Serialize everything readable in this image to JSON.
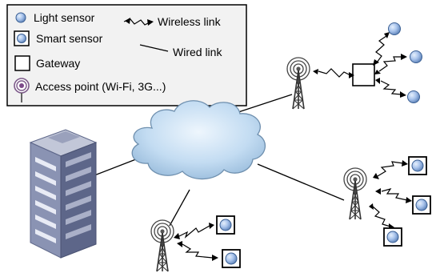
{
  "legend": {
    "light_sensor": "Light sensor",
    "wireless_link": "Wireless link",
    "smart_sensor": "Smart sensor",
    "wired_link": "Wired link",
    "gateway": "Gateway",
    "access_point": "Access point (Wi-Fi, 3G...)"
  },
  "colors": {
    "legend_bg": "#f2f2f2",
    "sensor_fill": "#a9c4ec",
    "sensor_stroke": "#3a5f93",
    "cloud_fill": "#c3dcf2",
    "cloud_stroke": "#6e8fae",
    "tower_stroke": "#333333",
    "building_face": "#8a93b3",
    "building_side": "#5d6689",
    "building_top": "#c2c7d8"
  },
  "icons": [
    "light-sensor-icon",
    "smart-sensor-icon",
    "gateway-icon",
    "access-point-icon",
    "cloud-icon",
    "building-icon",
    "wireless-link-icon"
  ]
}
